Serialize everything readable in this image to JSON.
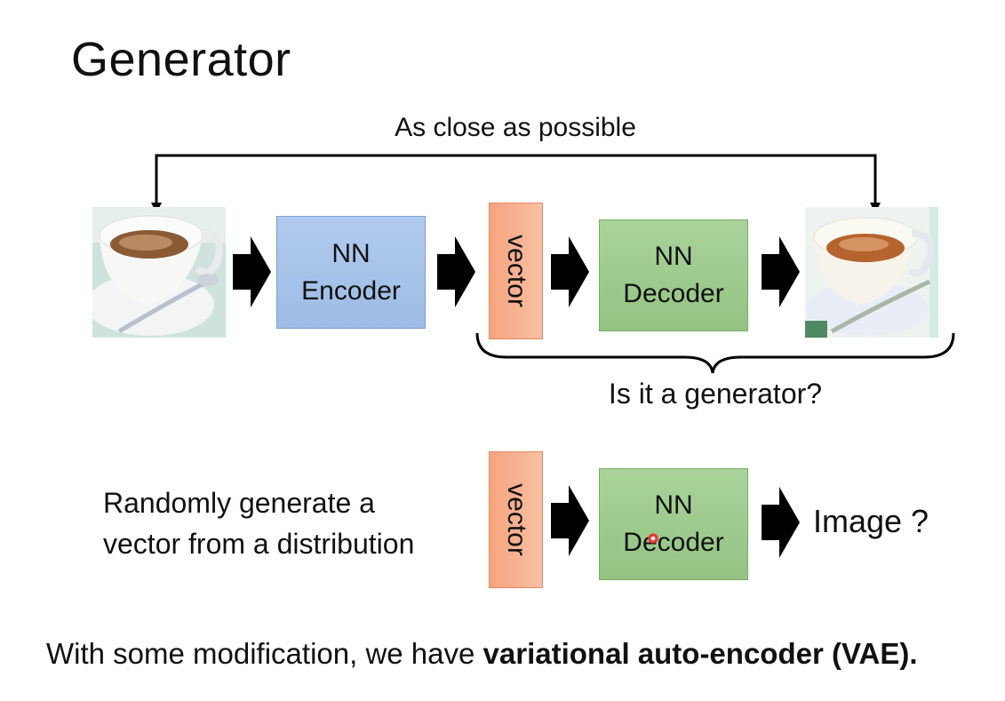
{
  "title": "Generator",
  "top_diagram": {
    "loss_label": "As close as possible",
    "input_image": "espresso-cup-photo",
    "output_image": "reconstructed-espresso-cup-photo",
    "encoder": {
      "line1": "NN",
      "line2": "Encoder"
    },
    "vector": "vector",
    "decoder": {
      "line1": "NN",
      "line2": "Decoder"
    },
    "brace_label": "Is it a generator?"
  },
  "bottom_diagram": {
    "description_line1": "Randomly generate a",
    "description_line2": "vector from a distribution",
    "vector": "vector",
    "decoder": {
      "line1": "NN",
      "line2": "Decoder"
    },
    "output": "Image ?"
  },
  "footer": {
    "prefix": "With some modification, we have ",
    "bold": "variational auto-encoder (VAE)."
  },
  "colors": {
    "encoder": "#a9c4e8",
    "decoder": "#9fcb8f",
    "vector": "#f6ad8a",
    "arrow": "#000000"
  }
}
